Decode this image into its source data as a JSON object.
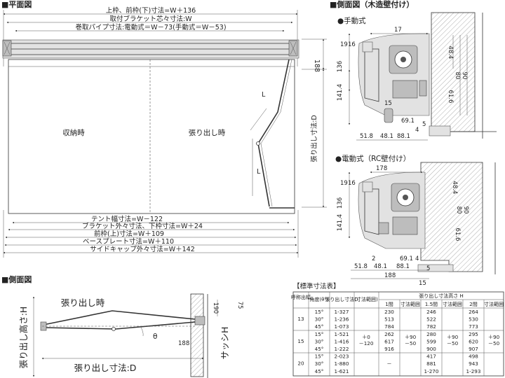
{
  "plan": {
    "title": "■平面図",
    "dims_top": [
      "上枠、前枠(下)寸法=W＋136",
      "取付ブラケット芯々寸法:W",
      "巻取パイプ寸法:電動式＝W－73(手動式＝W－53)"
    ],
    "state_stored": "収納時",
    "state_extended": "張り出し時",
    "arm_label_1": "L",
    "arm_label_2": "L",
    "dim_188": "188",
    "dim_projection": "張り出し寸法:D",
    "dims_bottom": [
      "テント幅寸法=W－122",
      "ブラケット外々寸法、下枠寸法=W＋24",
      "前枠(上)寸法=W＋109",
      "ベースプレート寸法=W＋110",
      "サイドキャップ外々寸法=W＋142"
    ]
  },
  "side_wood": {
    "title": "■側面図（木造壁付け）",
    "subtitle": "●手動式",
    "dims": [
      "17",
      "19",
      "16",
      "136",
      "141.4",
      "48.4",
      "80",
      "90",
      "61.6",
      "15",
      "69.1",
      "4",
      "5",
      "51.8",
      "48.1",
      "88.1"
    ]
  },
  "side_rc": {
    "subtitle": "●電動式（RC壁付け）",
    "dims": [
      "178",
      "19",
      "16",
      "136",
      "141.4",
      "48.4",
      "80",
      "90",
      "61.6",
      "2",
      "4",
      "69.1",
      "51.8",
      "48.1",
      "88.1",
      "188",
      "15",
      "5"
    ]
  },
  "side_view": {
    "title": "■側面図",
    "extended": "張り出し時",
    "height_label": "張り出し高さ:H",
    "projection_label": "張り出し寸法:D",
    "angle_label": "θ",
    "sash_label": "サッシH",
    "dim_190": "190",
    "dim_75": "75",
    "dim_188": "188"
  },
  "table": {
    "title": "【標準寸法表】",
    "header_code": "呼称出幅",
    "header_angle": "角度(θ°)",
    "header_projection": "張り出し寸法D",
    "header_range": "(寸法範囲)",
    "header_height": "張り出し寸法高さ H",
    "sub_headers": [
      "1間",
      "寸法範囲",
      "1.5間",
      "寸法範囲",
      "2間",
      "寸法範囲"
    ],
    "rows": [
      {
        "code": "13",
        "angle": "15°",
        "d": "1-327",
        "h1": "230",
        "h15": "246",
        "h2": "264"
      },
      {
        "code": "",
        "angle": "30°",
        "d": "1-236",
        "h1": "513",
        "h15": "522",
        "h2": "530"
      },
      {
        "code": "",
        "angle": "45°",
        "d": "1-073",
        "h1": "784",
        "h15": "782",
        "h2": "773"
      },
      {
        "code": "15",
        "angle": "15°",
        "d": "1-521",
        "h1": "262",
        "h15": "280",
        "h2": "295"
      },
      {
        "code": "",
        "angle": "30°",
        "d": "1-416",
        "h1": "617",
        "h15": "599",
        "h2": "620"
      },
      {
        "code": "",
        "angle": "45°",
        "d": "1-222",
        "h1": "916",
        "h15": "900",
        "h2": "907"
      },
      {
        "code": "20",
        "angle": "15°",
        "d": "2-023",
        "h1": "",
        "h15": "417",
        "h2": "498"
      },
      {
        "code": "",
        "angle": "30°",
        "d": "1-880",
        "h1": "",
        "h15": "881",
        "h2": "943"
      },
      {
        "code": "",
        "angle": "45°",
        "d": "1-621",
        "h1": "",
        "h15": "1-270",
        "h2": "1-293"
      }
    ],
    "range_d": [
      "＋0",
      "－120"
    ],
    "range_h": [
      "＋90",
      "－50"
    ],
    "dash": "－"
  }
}
